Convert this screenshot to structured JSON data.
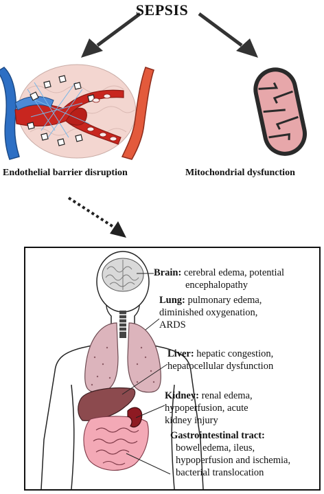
{
  "title": "SEPSIS",
  "captions": {
    "left": "Endothelial barrier disruption",
    "right": "Mitochondrial dysfunction"
  },
  "organs": {
    "brain": {
      "name": "Brain:",
      "line1": "cerebral edema, potential",
      "line2": "encephalopathy"
    },
    "lung": {
      "name": "Lung:",
      "line1": "pulmonary edema,",
      "line2": "diminished oxygenation,",
      "line3": "ARDS"
    },
    "liver": {
      "name": "Liver:",
      "line1": "hepatic congestion,",
      "line2": "hepatocellular dysfunction"
    },
    "kidney": {
      "name": "Kidney:",
      "line1": "renal edema,",
      "line2": "hypoperfusion, acute",
      "line3": "kidney injury"
    },
    "gi": {
      "name": "Gastrointestinal tract:",
      "line1": "bowel edema, ileus,",
      "line2": "hypoperfusion and ischemia,",
      "line3": "bacterial translocation"
    }
  },
  "colors": {
    "artery": "#c8261f",
    "vein": "#2d6fc4",
    "tissue": "#f3d6d0",
    "mito": "#e7a7aa",
    "lung": "#dcb4bc",
    "liver": "#8c4a4e",
    "kidney": "#8e1a22",
    "bowel": "#f3a9b6",
    "brain": "#d9d9d9"
  }
}
